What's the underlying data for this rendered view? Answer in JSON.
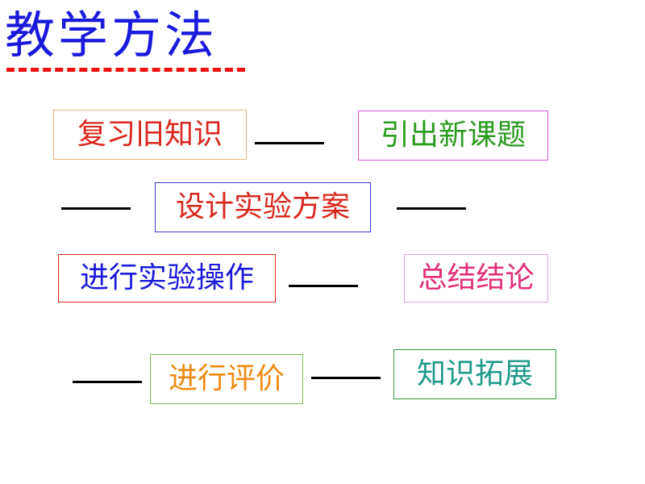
{
  "title": "教学方法",
  "colors": {
    "title": "#1a1adc",
    "title_underline": "#ee1111",
    "dash": "#000000"
  },
  "steps": [
    {
      "label": "复习旧知识",
      "text_color": "#d9261c",
      "border_color": "#f0b27a"
    },
    {
      "label": "引出新课题",
      "text_color": "#2a9a1e",
      "border_color": "#d84fd8"
    },
    {
      "label": "设计实验方案",
      "text_color": "#d9261c",
      "border_color": "#3b3bd0"
    },
    {
      "label": "进行实验操作",
      "text_color": "#1a1ad8",
      "border_color": "#d9261c"
    },
    {
      "label": "总结结论",
      "text_color": "#e0307a",
      "border_color": "#e8a0e8"
    },
    {
      "label": "进行评价",
      "text_color": "#ee8a10",
      "border_color": "#7cc04a"
    },
    {
      "label": "知识拓展",
      "text_color": "#1f9a8a",
      "border_color": "#2f9a3a"
    }
  ]
}
